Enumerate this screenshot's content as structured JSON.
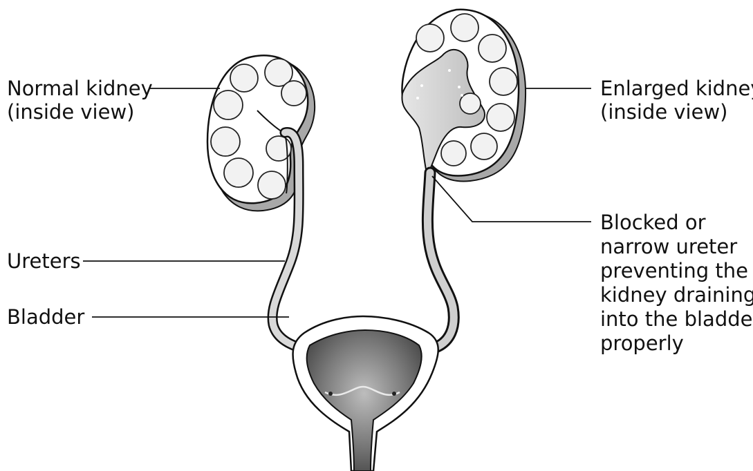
{
  "labels": {
    "normal_kidney": [
      "Normal kidney",
      "(inside view)"
    ],
    "enlarged_kidney": [
      "Enlarged kidney",
      "(inside view)"
    ],
    "blocked_ureter": [
      "Blocked or",
      "narrow ureter",
      "preventing the",
      "kidney draining",
      "into the bladder",
      "properly"
    ],
    "ureters": "Ureters",
    "bladder": "Bladder"
  },
  "colors": {
    "line": "#111111",
    "kidney_fill": "#ffffff",
    "kidney_shade": "#b8b8b8",
    "urine_fill": "#c9c9c9",
    "bladder_inner": "#6f6f6f"
  }
}
